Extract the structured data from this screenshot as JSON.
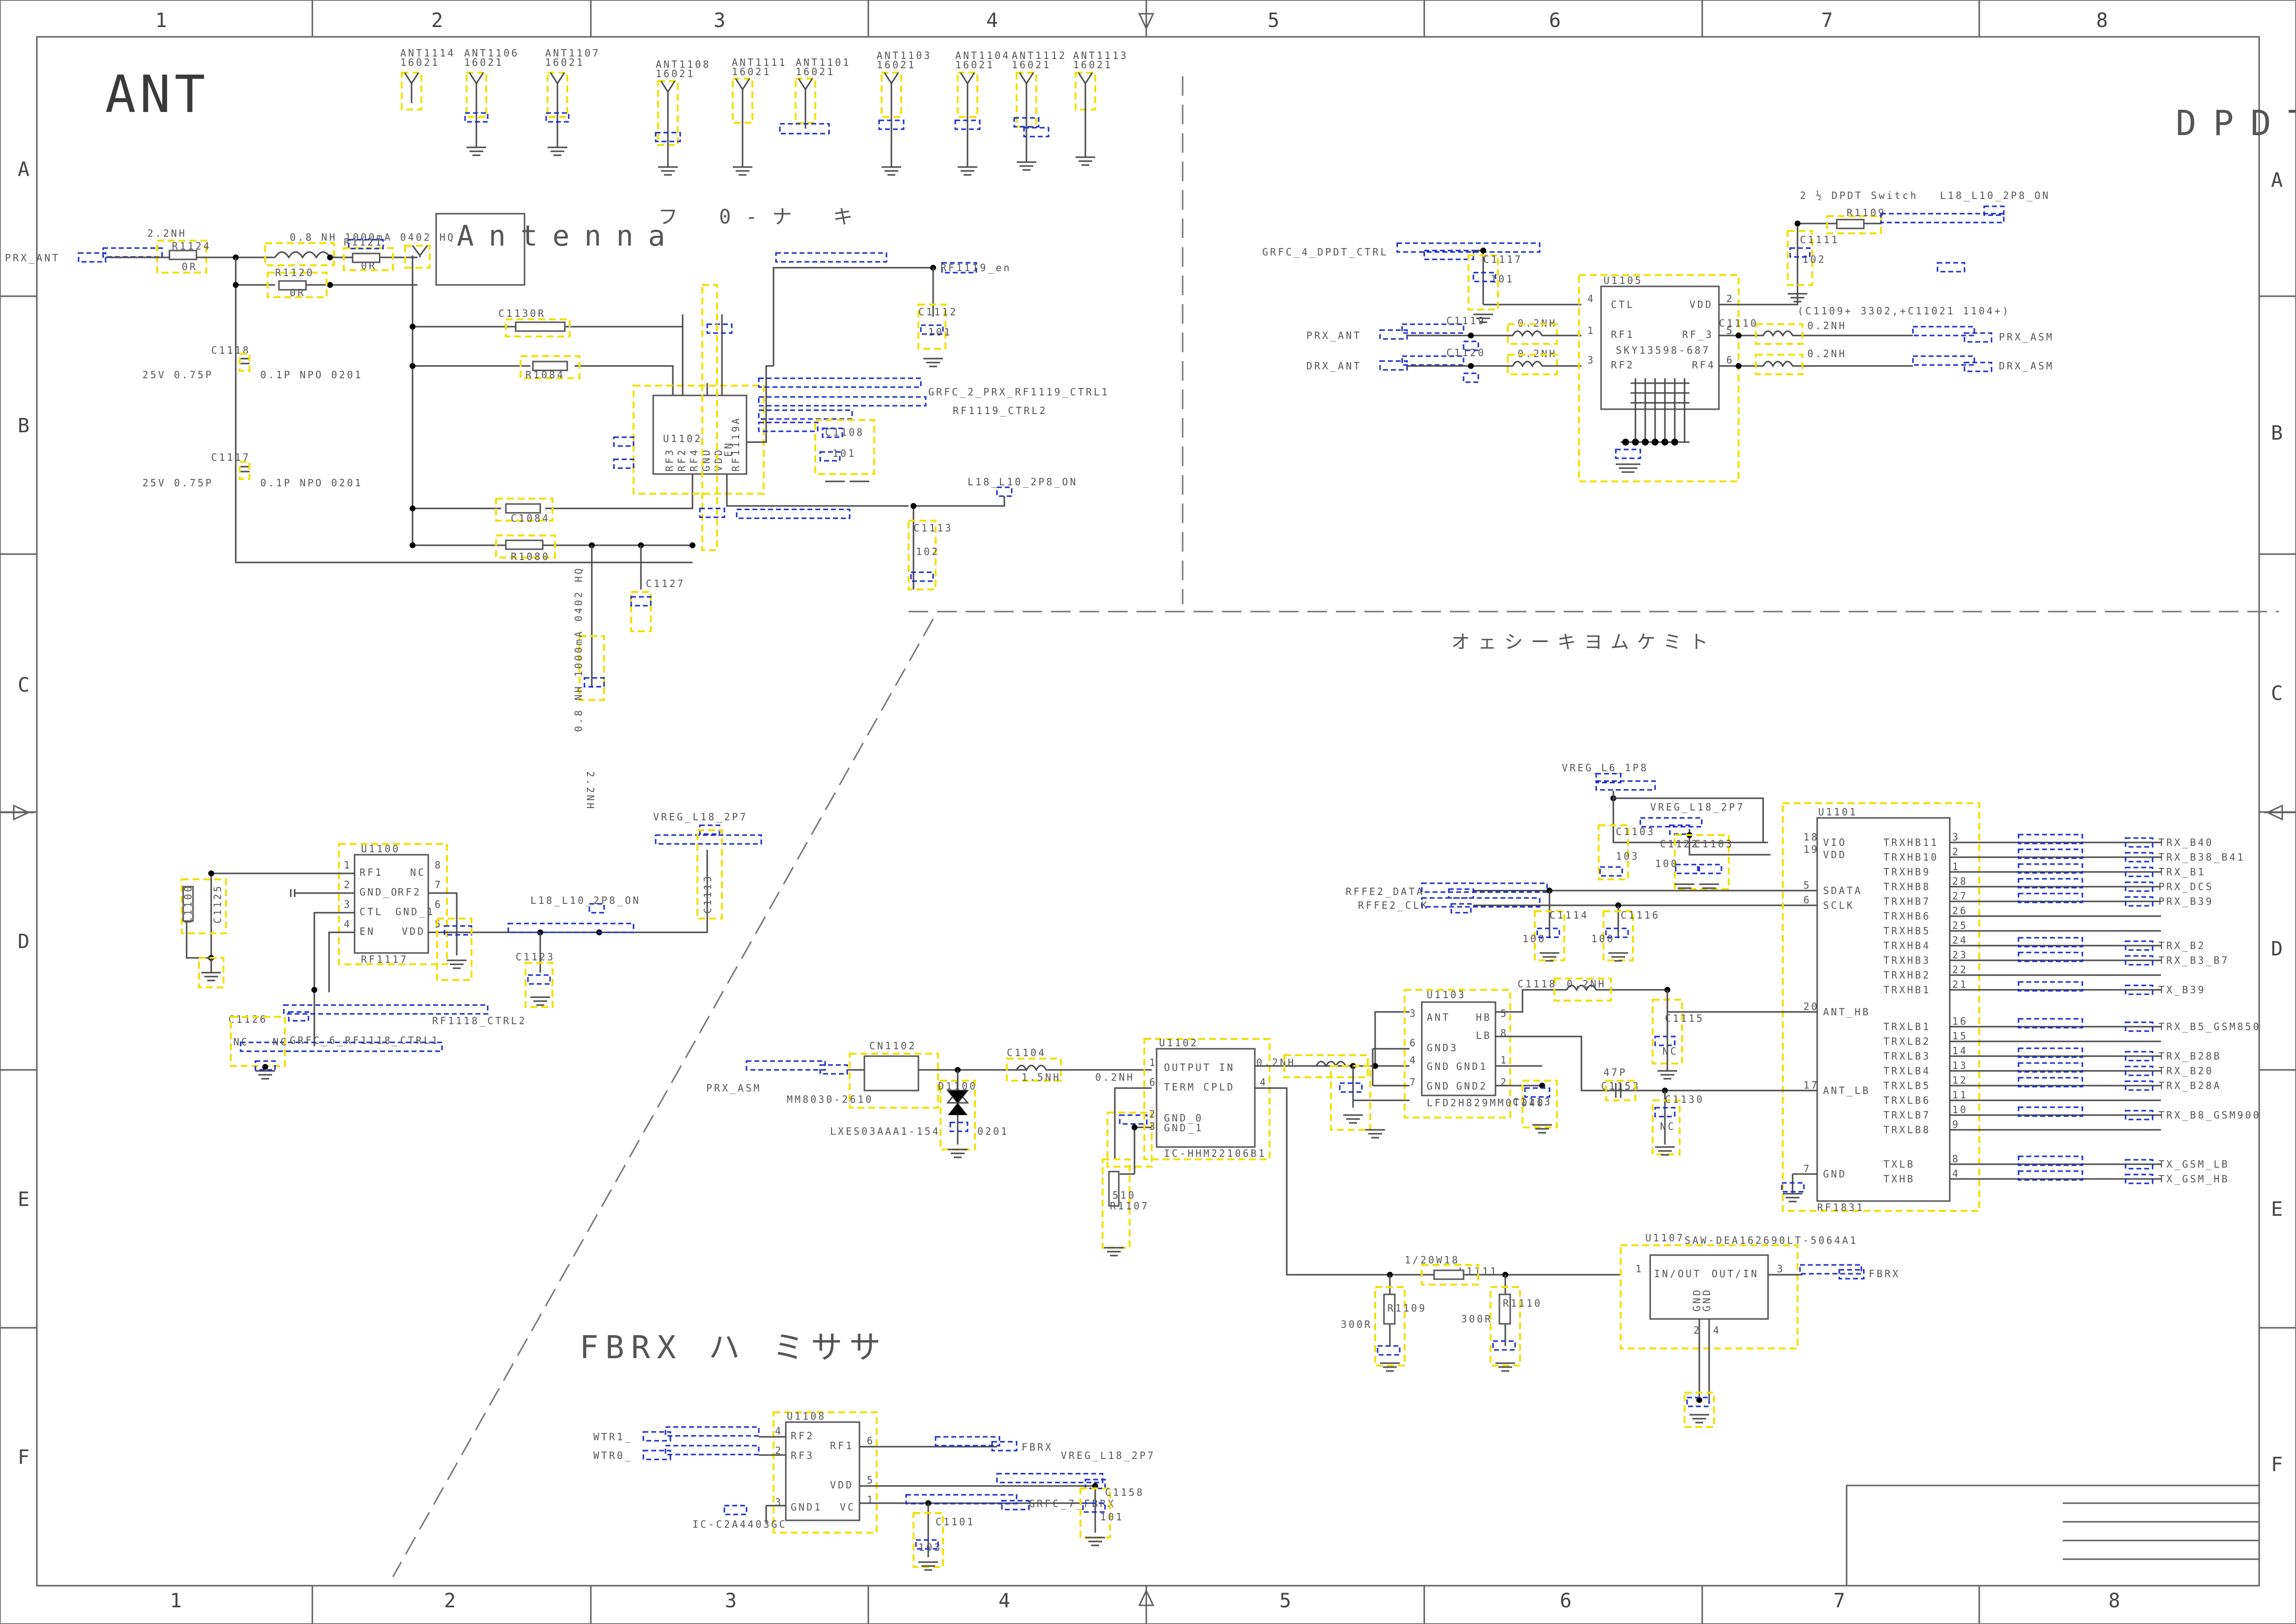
{
  "border": {
    "columns": [
      "1",
      "2",
      "3",
      "4",
      "5",
      "6",
      "7",
      "8"
    ],
    "rows": [
      "A",
      "B",
      "C",
      "D",
      "E",
      "F"
    ]
  },
  "sections": {
    "ant": "ANT",
    "antenna_box": "Antenna",
    "antenna_note": "フ 0-ナ キ",
    "dpdt": "DPDT",
    "middle_note": "オェシーキヨムケミト",
    "fbrx": "FBRX ハ ミササ"
  },
  "ant_pads": [
    {
      "label": "ANT1114",
      "sub": "16021"
    },
    {
      "label": "ANT1106",
      "sub": "16021"
    },
    {
      "label": "ANT1107",
      "sub": "16021"
    },
    {
      "label": "ANT1108",
      "sub": "16021"
    },
    {
      "label": "ANT1111",
      "sub": "16021"
    },
    {
      "label": "ANT1101",
      "sub": "16021"
    },
    {
      "label": "ANT1103",
      "sub": "16021"
    },
    {
      "label": "ANT1104",
      "sub": "16021"
    },
    {
      "label": "ANT1112",
      "sub": "16021"
    },
    {
      "label": "ANT1113",
      "sub": "16021"
    }
  ],
  "ant_section": {
    "net_prx_ant": "PRX_ANT",
    "l_value": "2.2NH",
    "r1124": "R1124",
    "r1124_val": "0R",
    "r1120": "R1120",
    "r1120_val": "0R",
    "r1121": "R1121",
    "r1121_val": "0R",
    "c1118": "C1118",
    "c1118_note": "25V 0.75P",
    "c1118_note2": "0.1P NPO 0201",
    "c1117": "C1117",
    "c1117_note": "25V 0.75P",
    "c1117_note2": "0.1P NPO 0201",
    "c1130r": "C1130R",
    "r1084": "R1084",
    "c1084": "C1084",
    "r1080": "R1080",
    "ctrl1": "GRFC_2_PRX_RF1119_CTRL1",
    "ctrl2": "RF1119_CTRL2",
    "rf1119_en": "RF1119_en",
    "c1112": "C1112",
    "c1112_val": "101",
    "c1113": "C1113",
    "c1113_val": "102",
    "c1127": "C1127",
    "l18": "L18_L10_2P8_ON",
    "vert_note": "0.8 NH 1000mA 0402 HQ",
    "vert_note2": "2.2NH",
    "c1108": "C1108",
    "val101": "101"
  },
  "u1102_chip": {
    "ref": "U1102",
    "part": "RF1119A",
    "pins": [
      "RF3",
      "RF2",
      "RF4",
      "GND",
      "VDD",
      "EN"
    ]
  },
  "dpdt_section": {
    "grfc": "GRFC_4_DPDT_CTRL",
    "c1117": "C1117",
    "c1117_val": "101",
    "prx_ant": "PRX_ANT",
    "drx_ant": "DRX_ANT",
    "c1119": "C1119",
    "c1120": "C1120",
    "l_val": "0.2NH",
    "ref": "U1105",
    "part": "SKY13598-687",
    "pins_left": [
      "CTL",
      "RF1",
      "RF2"
    ],
    "pins_right": [
      "VDD",
      "RF_3",
      "RF4"
    ],
    "r1109": "R1109",
    "c1111": "C1111",
    "c1111_val": "102",
    "l18": "L18_L10_2P8_ON",
    "note": "2 ½ DPDT Switch",
    "note2": "(C1109+ 3302,+C11021 1104+)",
    "prx_asm": "PRX_ASM",
    "drx_asm": "DRX_ASM",
    "c1110": "C1110"
  },
  "u1100": {
    "ref": "U1100",
    "part": "RF1117",
    "pins_left": [
      "RF1",
      "GND_O",
      "CTL",
      "EN"
    ],
    "pins_right": [
      "NC",
      "RF2",
      "GND_1",
      "VDD"
    ],
    "pin_nums_left": [
      "1",
      "2",
      "3",
      "4"
    ],
    "pin_nums_right": [
      "8",
      "7",
      "6",
      "5"
    ],
    "l1100": "L1100",
    "c1125": "C1125",
    "c1123": "C1123",
    "c1126": "C1126",
    "ctrl2": "RF1118_CTRL2",
    "ctrl1": "GRFC_6_RF1118_CTRL1",
    "l18": "L18_L10_2P8_ON",
    "vreg": "VREG_L18_2P7",
    "nc": "NC"
  },
  "prx_asm_area": {
    "net": "PRX_ASM",
    "cn": "CN1102",
    "part": "MM8030-2610",
    "diode": "D1100",
    "diode_part": "LXES03AAA1-154",
    "size": "0201",
    "c1104": "C1104",
    "c1104_val": "1.5NH",
    "l_val": "0.2NH",
    "r1107": "R1107",
    "c510": "510"
  },
  "u1102": {
    "ref": "U1102",
    "part": "IC-HHM22106B1",
    "pins": [
      "OUTPUT IN",
      "TERM CPLD",
      "GND_0",
      "GND_1"
    ],
    "nums": [
      "1",
      "6",
      "2",
      "3",
      "4"
    ],
    "l_val": "0.2NH"
  },
  "u1103": {
    "ref": "U1103",
    "part": "LFD2H829MM0T040",
    "pins_left": [
      "ANT",
      "GND3",
      "GND",
      "GND"
    ],
    "pins_right": [
      "HB",
      "LB",
      "GND1",
      "GND2"
    ],
    "nums_left": [
      "3",
      "6",
      "4",
      "7"
    ],
    "nums_right": [
      "5",
      "8",
      "1",
      "2"
    ],
    "c1114": "C1114",
    "c1114_val": "100",
    "c1116": "C1116",
    "c1116_val": "100",
    "c1115": "C1115",
    "c1130": "C1130",
    "c47p": "47P",
    "c1153": "C1153",
    "c1118": "C1118",
    "l_val": "0.2NH",
    "nc": "NC"
  },
  "u1101": {
    "ref": "U1101",
    "part": "RF1831",
    "vreg1": "VREG_L6_1P8",
    "vreg2": "VREG_L18_2P7",
    "c1103": "C1103",
    "c1122": "C1122",
    "val103": "103",
    "val100": "100",
    "data": "RFFE2_DATA",
    "clk": "RFFE2_CLK",
    "left_pins": [
      {
        "num": "18",
        "name": "VIO"
      },
      {
        "num": "19",
        "name": "VDD"
      },
      {
        "num": "5",
        "name": "SDATA"
      },
      {
        "num": "6",
        "name": "SCLK"
      },
      {
        "num": "20",
        "name": "ANT_HB"
      },
      {
        "num": "17",
        "name": "ANT_LB"
      },
      {
        "num": "7",
        "name": "GND"
      }
    ],
    "right_pins": [
      {
        "num": "3",
        "name": "TRXHB11",
        "net": "TRX_B40"
      },
      {
        "num": "2",
        "name": "TRXHB10",
        "net": "TRX_B38_B41"
      },
      {
        "num": "1",
        "name": "TRXHB9",
        "net": "TRX_B1"
      },
      {
        "num": "28",
        "name": "TRXHB8",
        "net": "PRX_DCS"
      },
      {
        "num": "27",
        "name": "TRXHB7",
        "net": "PRX_B39"
      },
      {
        "num": "26",
        "name": "TRXHB6",
        "net": ""
      },
      {
        "num": "25",
        "name": "TRXHB5",
        "net": ""
      },
      {
        "num": "24",
        "name": "TRXHB4",
        "net": "TRX_B2"
      },
      {
        "num": "23",
        "name": "TRXHB3",
        "net": "TRX_B3_B7"
      },
      {
        "num": "22",
        "name": "TRXHB2",
        "net": ""
      },
      {
        "num": "21",
        "name": "TRXHB1",
        "net": "TX_B39"
      },
      {
        "num": "16",
        "name": "TRXLB1",
        "net": "TRX_B5_GSM850"
      },
      {
        "num": "15",
        "name": "TRXLB2",
        "net": ""
      },
      {
        "num": "14",
        "name": "TRXLB3",
        "net": "TRX_B28B"
      },
      {
        "num": "13",
        "name": "TRXLB4",
        "net": "TRX_B20"
      },
      {
        "num": "12",
        "name": "TRXLB5",
        "net": "TRX_B28A"
      },
      {
        "num": "11",
        "name": "TRXLB6",
        "net": ""
      },
      {
        "num": "10",
        "name": "TRXLB7",
        "net": "TRX_B8_GSM900"
      },
      {
        "num": "9",
        "name": "TRXLB8",
        "net": ""
      },
      {
        "num": "8",
        "name": "TXLB",
        "net": "TX_GSM_LB"
      },
      {
        "num": "4",
        "name": "TXHB",
        "net": "TX_GSM_HB"
      }
    ]
  },
  "u1107": {
    "ref": "U1107",
    "part": "SAW-DEA162690LT-5064A1",
    "pin_left": "IN/OUT",
    "pin_right": "OUT/IN",
    "gnd": "GND",
    "net": "FBRX",
    "l1111": "L1111",
    "l1111_note": "1/20W18",
    "r1109": "R1109",
    "r1109_val": "300R",
    "r1110": "R1110",
    "r1110_val": "300R",
    "n1": "1",
    "n3": "3",
    "n2": "2",
    "n4": "4"
  },
  "u1108": {
    "ref": "U1108",
    "part": "IC-C2A4403GC",
    "pins_left": [
      {
        "num": "4",
        "name": "RF2"
      },
      {
        "num": "2",
        "name": "RF3"
      },
      {
        "num": "3",
        "name": "GND1"
      }
    ],
    "pins_right": [
      {
        "num": "6",
        "name": "RF1"
      },
      {
        "num": "5",
        "name": "VDD"
      },
      {
        "num": "1",
        "name": "VC"
      }
    ],
    "wtr1": "WTR1_",
    "wtr0": "WTR0_",
    "fbrx": "FBRX",
    "vreg": "VREG_L18_2P7",
    "c1158": "C1158",
    "c1158_val": "101",
    "grfc": "GRFC_7_FBRX",
    "c1101": "C1101",
    "c1101_val": "103"
  }
}
